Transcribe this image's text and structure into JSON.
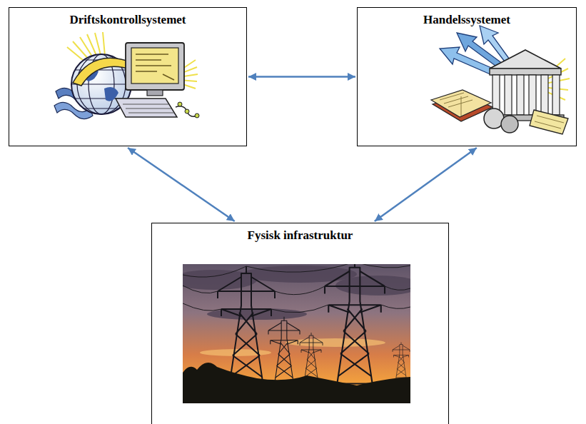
{
  "diagram": {
    "nodes": [
      {
        "text": [
          "Driftskontrollsystemet"
        ]
      },
      {
        "text": [
          "Handelssystemet"
        ]
      },
      {
        "text": [
          "Fysisk infrastruktur"
        ]
      }
    ],
    "edges": [
      {
        "from": 0,
        "to": 1,
        "arrow": "both"
      },
      {
        "from": 0,
        "to": 2,
        "arrow": "both"
      },
      {
        "from": 1,
        "to": 2,
        "arrow": "both"
      }
    ]
  }
}
